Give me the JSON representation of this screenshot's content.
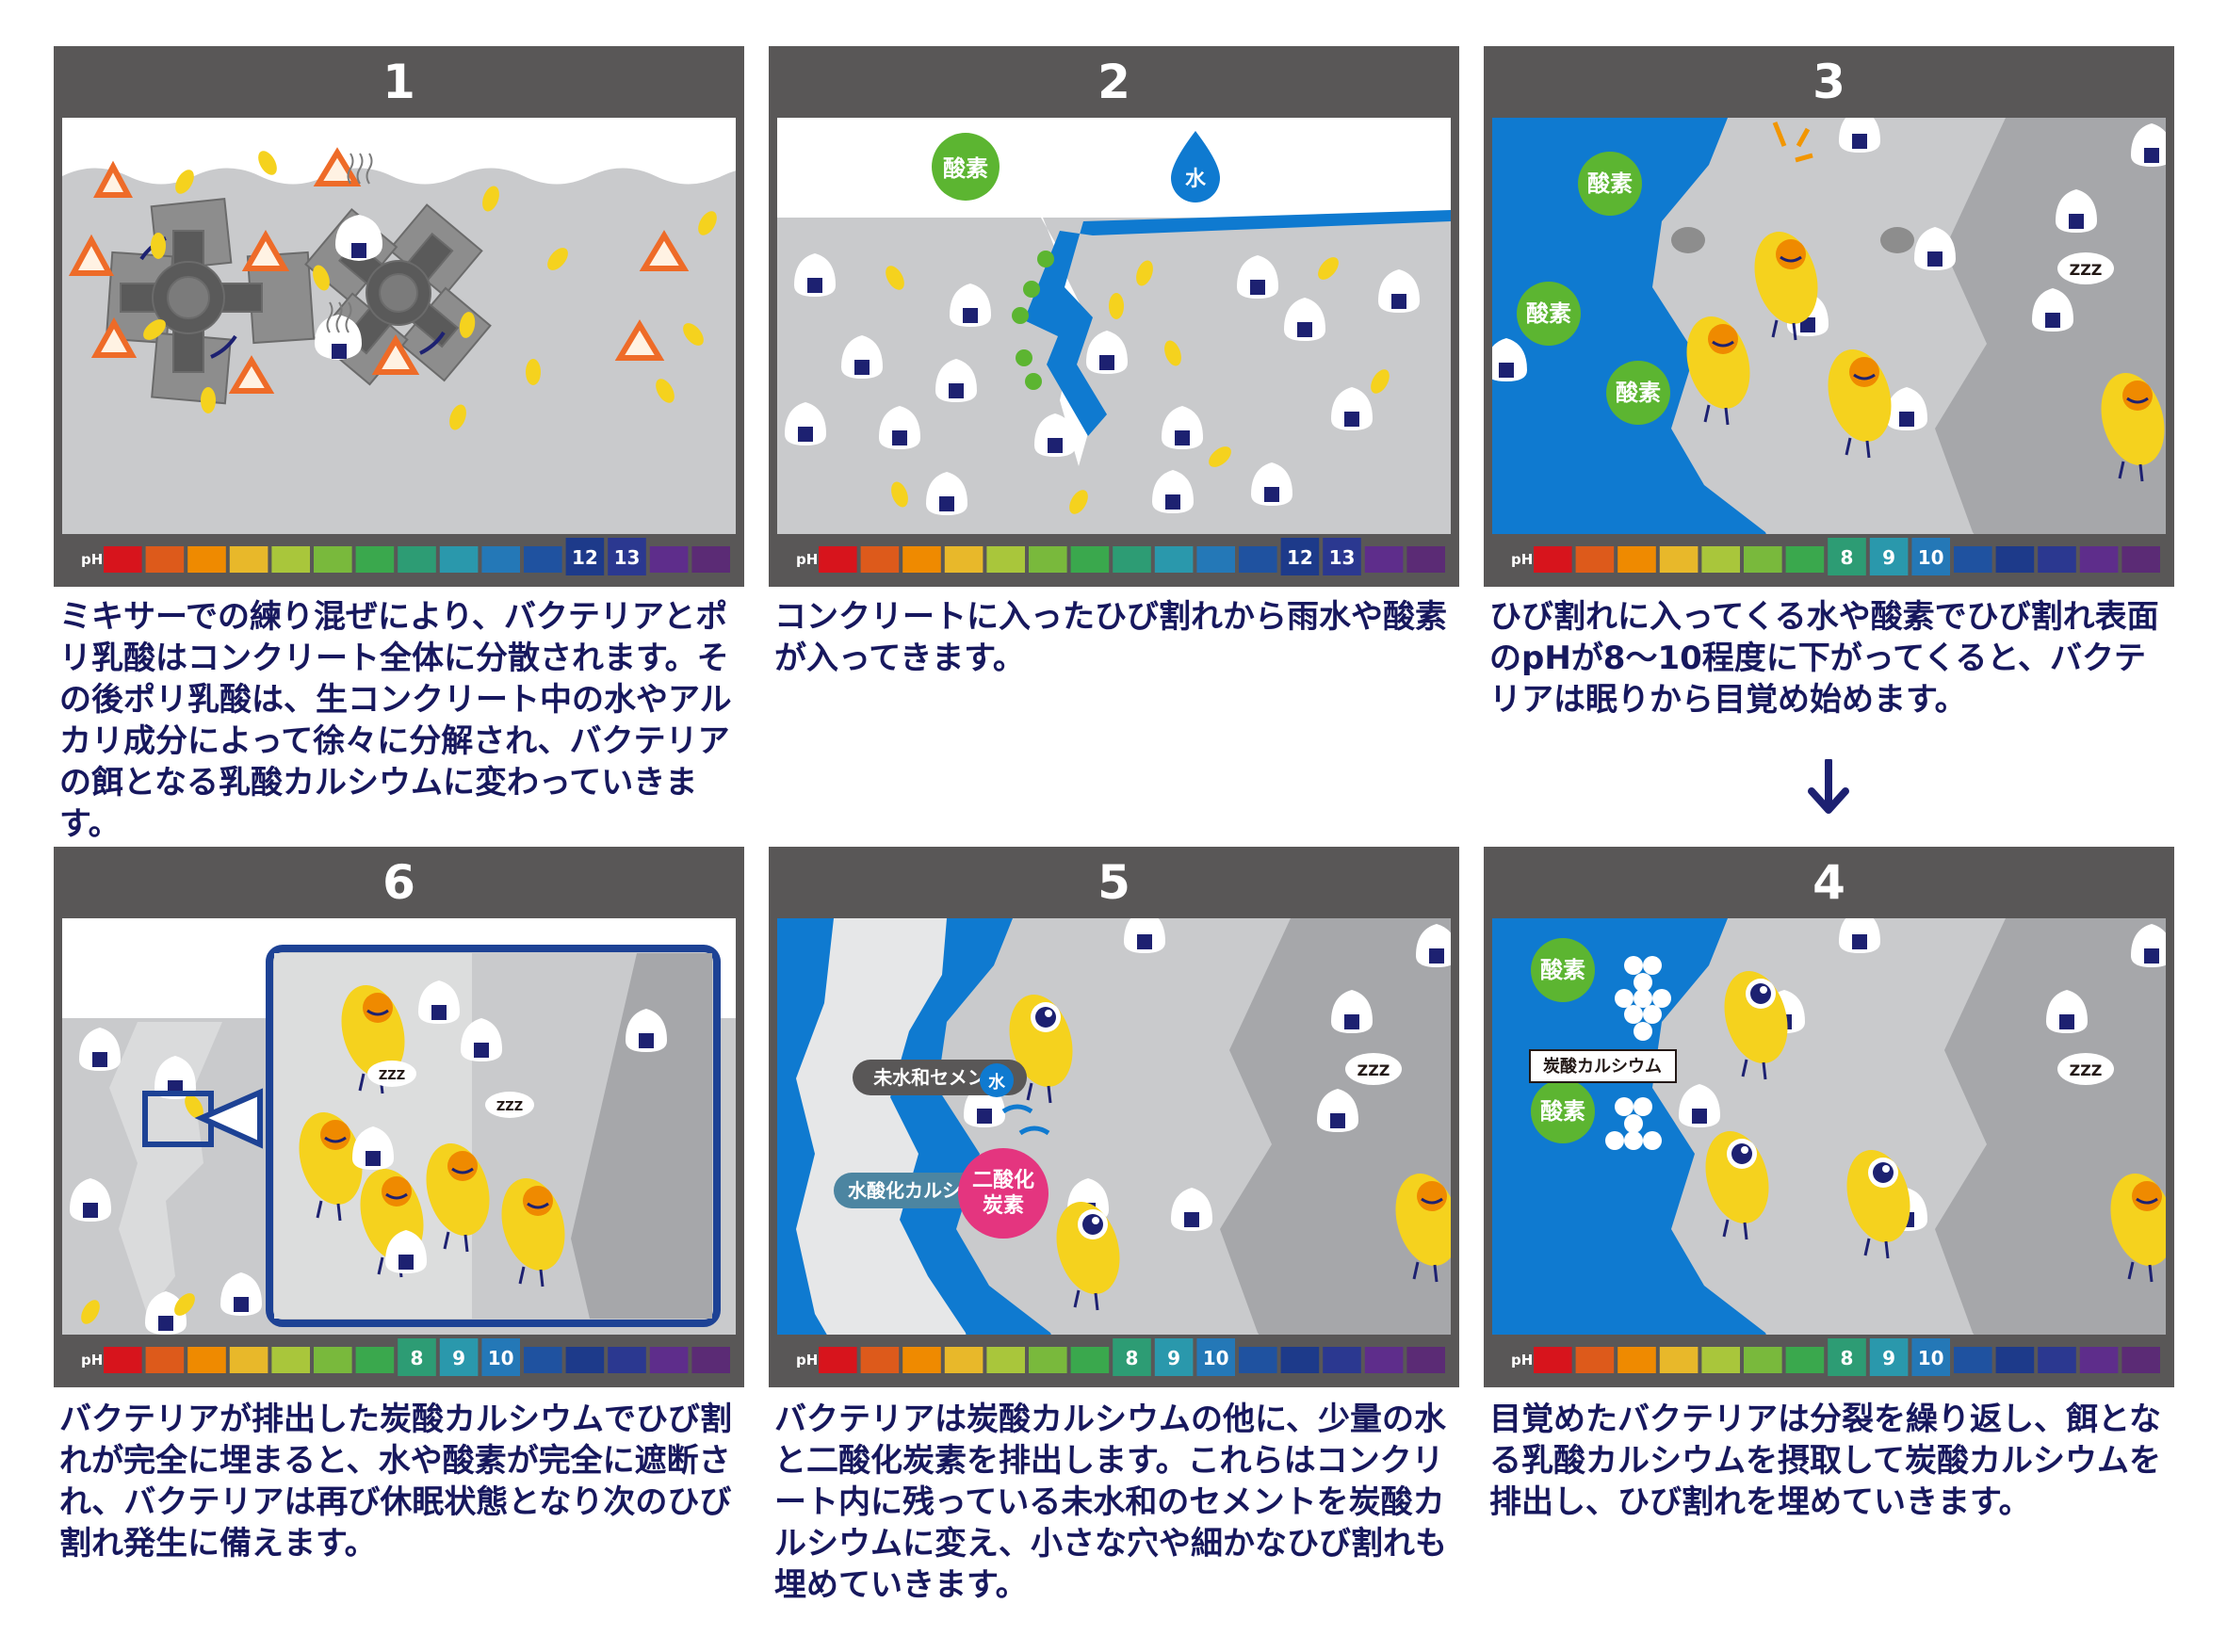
{
  "panels": [
    {
      "number": "1",
      "caption": "ミキサーでの練り混ぜにより、バクテリアとポリ乳酸はコンクリート全体に分散されます。その後ポリ乳酸は、生コンクリート中の水やアルカリ成分によって徐々に分解され、バクテリアの餌となる乳酸カルシウムに変わっていきます。",
      "ph_highlight": [
        "12",
        "13"
      ]
    },
    {
      "number": "2",
      "caption": "コンクリートに入ったひび割れから雨水や酸素が入ってきます。",
      "ph_highlight": [
        "12",
        "13"
      ],
      "labels": {
        "oxygen": "酸素",
        "water": "水"
      }
    },
    {
      "number": "3",
      "caption": "ひび割れに入ってくる水や酸素でひび割れ表面のpHが8〜10程度に下がってくると、バクテリアは眠りから目覚め始めます。",
      "ph_highlight": [
        "8",
        "9",
        "10"
      ],
      "labels": {
        "oxygen": "酸素",
        "zzz": "ZZZ"
      }
    },
    {
      "number": "4",
      "caption": "目覚めたバクテリアは分裂を繰り返し、餌となる乳酸カルシウムを摂取して炭酸カルシウムを排出し、ひび割れを埋めていきます。",
      "ph_highlight": [
        "8",
        "9",
        "10"
      ],
      "labels": {
        "oxygen": "酸素",
        "calcium_carbonate": "炭酸カルシウム",
        "zzz": "ZZZ"
      }
    },
    {
      "number": "5",
      "caption": "バクテリアは炭酸カルシウムの他に、少量の水と二酸化炭素を排出します。これらはコンクリート内に残っている未水和のセメントを炭酸カルシウムに変え、小さな穴や細かなひび割れも埋めていきます。",
      "ph_highlight": [
        "8",
        "9",
        "10"
      ],
      "labels": {
        "unhydrated_cement": "未水和セメント",
        "water": "水",
        "calcium_hydroxide": "水酸化カルシウム",
        "co2_line1": "二酸化",
        "co2_line2": "炭素",
        "zzz": "ZZZ"
      }
    },
    {
      "number": "6",
      "caption": "バクテリアが排出した炭酸カルシウムでひび割れが完全に埋まると、水や酸素が完全に遮断され、バクテリアは再び休眠状態となり次のひび割れ発生に備えます。",
      "ph_highlight": [
        "8",
        "9",
        "10"
      ],
      "labels": {
        "zzz": "ZZZ"
      }
    }
  ],
  "ph_bar": {
    "label": "pH",
    "colors": [
      "#d7141c",
      "#dd5a1b",
      "#ef8a00",
      "#e8b82a",
      "#a9c63b",
      "#79b93c",
      "#3aa84d",
      "#2d9c74",
      "#2a98ac",
      "#2478b7",
      "#1f52a0",
      "#1d3a8a",
      "#2b3890",
      "#5e2d8b",
      "#5b2b75"
    ]
  },
  "colors": {
    "header": "#595757",
    "caption_text": "#17185e",
    "concrete": "#c9cacc",
    "water": "#0f7ad0",
    "oxygen": "#5cb531",
    "bacteria": "#f5d21e",
    "co2": "#e4357f",
    "arrow": "#1d2171"
  },
  "arrow_icon": "down-arrow-icon"
}
